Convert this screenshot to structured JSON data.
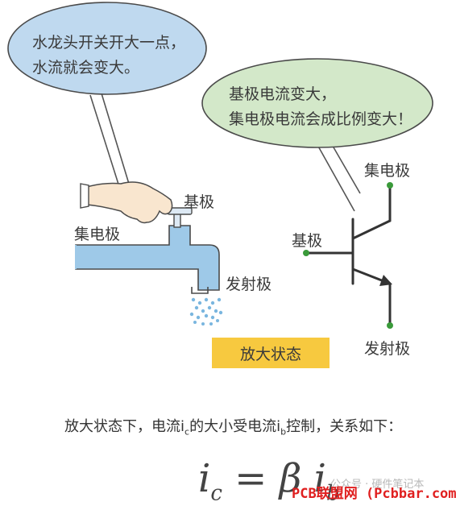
{
  "bubble_left": {
    "line1": "水龙头开关开大一点，",
    "line2": "水流就会变大。"
  },
  "bubble_right": {
    "line1": "基极电流变大，",
    "line2": "集电极电流会成比例变大！"
  },
  "faucet_labels": {
    "base": "基极",
    "collector": "集电极",
    "emitter": "发射极"
  },
  "transistor_labels": {
    "collector": "集电极",
    "base": "基极",
    "emitter": "发射极"
  },
  "state_label": "放大状态",
  "description": {
    "part1": "放大状态下，电流i",
    "sub_c": "c",
    "part2": "的大小受电流i",
    "sub_b": "b",
    "part3": "控制，关系如下："
  },
  "formula": {
    "i": "i",
    "c": "c",
    "eq": " = ",
    "beta": "β",
    "i2": "i",
    "b": "b"
  },
  "watermark": "公众号 · 硬件笔记本",
  "site_watermark": "PCB联盟网 (Pcbbar.com)",
  "colors": {
    "bubble_left_fill": "#bfd9ef",
    "bubble_right_fill": "#d3e8c9",
    "pipe_fill": "#9ec9e8",
    "state_fill": "#f7c93f",
    "terminal_green": "#3a9a3a"
  }
}
